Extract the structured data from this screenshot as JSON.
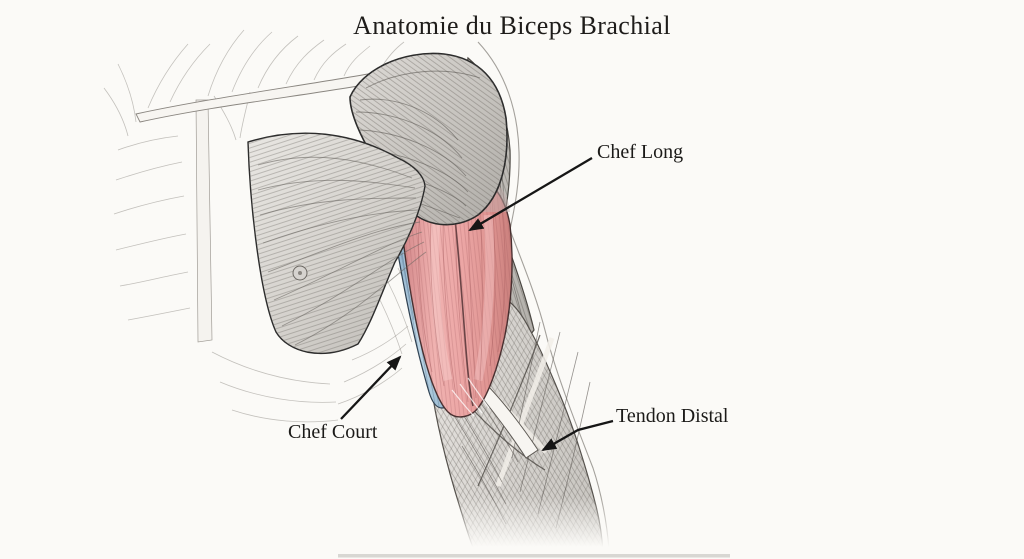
{
  "title": "Anatomie du Biceps Brachial",
  "annotations": {
    "chef_long": "Chef Long",
    "chef_court": "Chef Court",
    "tendon_distal": "Tendon Distal"
  },
  "colors": {
    "long_head_red": "#eca6a5",
    "short_head_blue": "#a9c6dc",
    "ink": "#1b1a18",
    "pencil_gray": "#6a655f",
    "paper": "#fbfaf7"
  }
}
